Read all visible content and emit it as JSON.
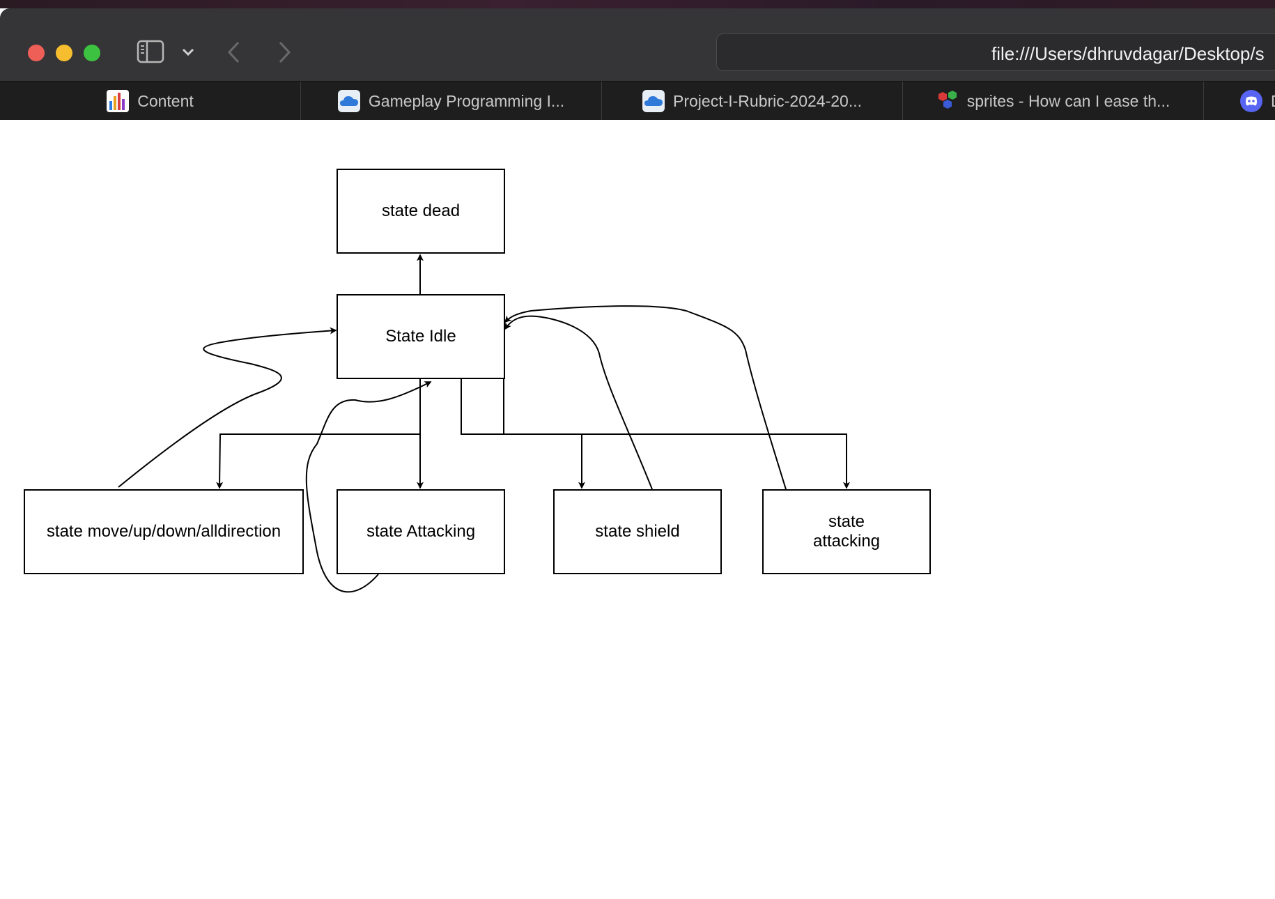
{
  "browser": {
    "address": "file:///Users/dhruvdagar/Desktop/s",
    "tabs": [
      {
        "label": "Content",
        "icon": "bar-chart-favicon"
      },
      {
        "label": "Gameplay Programming I...",
        "icon": "cloud-favicon"
      },
      {
        "label": "Project-I-Rubric-2024-20...",
        "icon": "cloud-favicon"
      },
      {
        "label": "sprites - How can I ease th...",
        "icon": "cubes-favicon"
      },
      {
        "label": "D",
        "icon": "discord-favicon"
      }
    ],
    "colors": {
      "chrome": "#353537",
      "tabbar": "#1e1e1e",
      "close": "#ee5f57",
      "minimize": "#f6be2f",
      "zoom": "#3dc140"
    }
  },
  "diagram": {
    "nodes": {
      "dead": "state dead",
      "idle": "State Idle",
      "move": "state move/up/down/alldirection",
      "attacking": "state Attacking",
      "shield": "state shield",
      "attacking2_line1": "state",
      "attacking2_line2": "attacking"
    }
  }
}
